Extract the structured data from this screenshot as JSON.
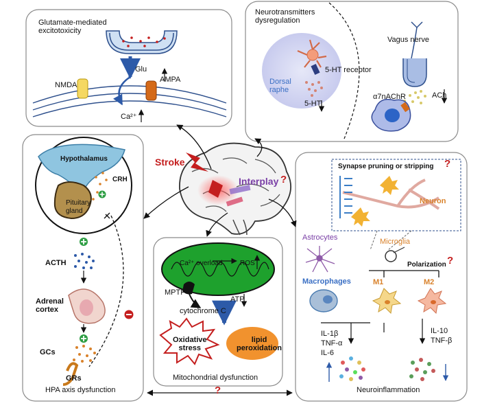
{
  "panels": {
    "glutamate": {
      "title": "Glutamate-mediated\nexcitotoxicity",
      "glu": "Glu",
      "nmda": "NMDA",
      "ampa": "AMPA",
      "ca": "Ca²⁺"
    },
    "neurotransmitters": {
      "title": "Neurotransmitters\ndysregulation",
      "vagus": "Vagus nerve",
      "dorsal_raphe": "Dorsal\nraphe",
      "receptor_5ht": "5-HT receptor",
      "ht5": "5-HT",
      "a7": "α7nAChR",
      "ach": "ACh"
    },
    "hpa": {
      "hypothalamus": "Hypothalamus",
      "crh": "CRH",
      "pituitary": "Pituitary\ngland",
      "acth": "ACTH",
      "adrenal": "Adrenal\ncortex",
      "gcs": "GCs",
      "grs": "GRs",
      "footer": "HPA axis dysfunction"
    },
    "center": {
      "stroke": "Stroke",
      "interplay": "Interplay",
      "q": "?"
    },
    "mito": {
      "ca_overload": "Ca²⁺ overload",
      "ros": "ROS",
      "mptp": "MPTP",
      "cyto": "cytochrome C",
      "atp": "ATP",
      "oxidative": "Oxidative\nstress",
      "lipid": "lipid\nperoxidation",
      "footer": "Mitochondrial dysfunction"
    },
    "neuroinflam": {
      "synapse": "Synapse pruning or stripping",
      "neuron": "Neuron",
      "astrocytes": "Astrocytes",
      "microglia": "Microglia",
      "polarization": "Polarization",
      "macrophages": "Macrophages",
      "m1": "M1",
      "m2": "M2",
      "il1b": "IL-1β",
      "tnfa": "TNF-α",
      "il6": "IL-6",
      "il10": "IL-10",
      "tnfb": "TNF-β",
      "footer": "Neuroinflammation"
    },
    "bottom_q": "?"
  },
  "colors": {
    "panel_border": "#8a8a8a",
    "mito_green": "#1ea12d",
    "red": "#c41e1e",
    "blue": "#3a6fc4",
    "orange": "#d9822b",
    "purple": "#7a3fa6"
  }
}
